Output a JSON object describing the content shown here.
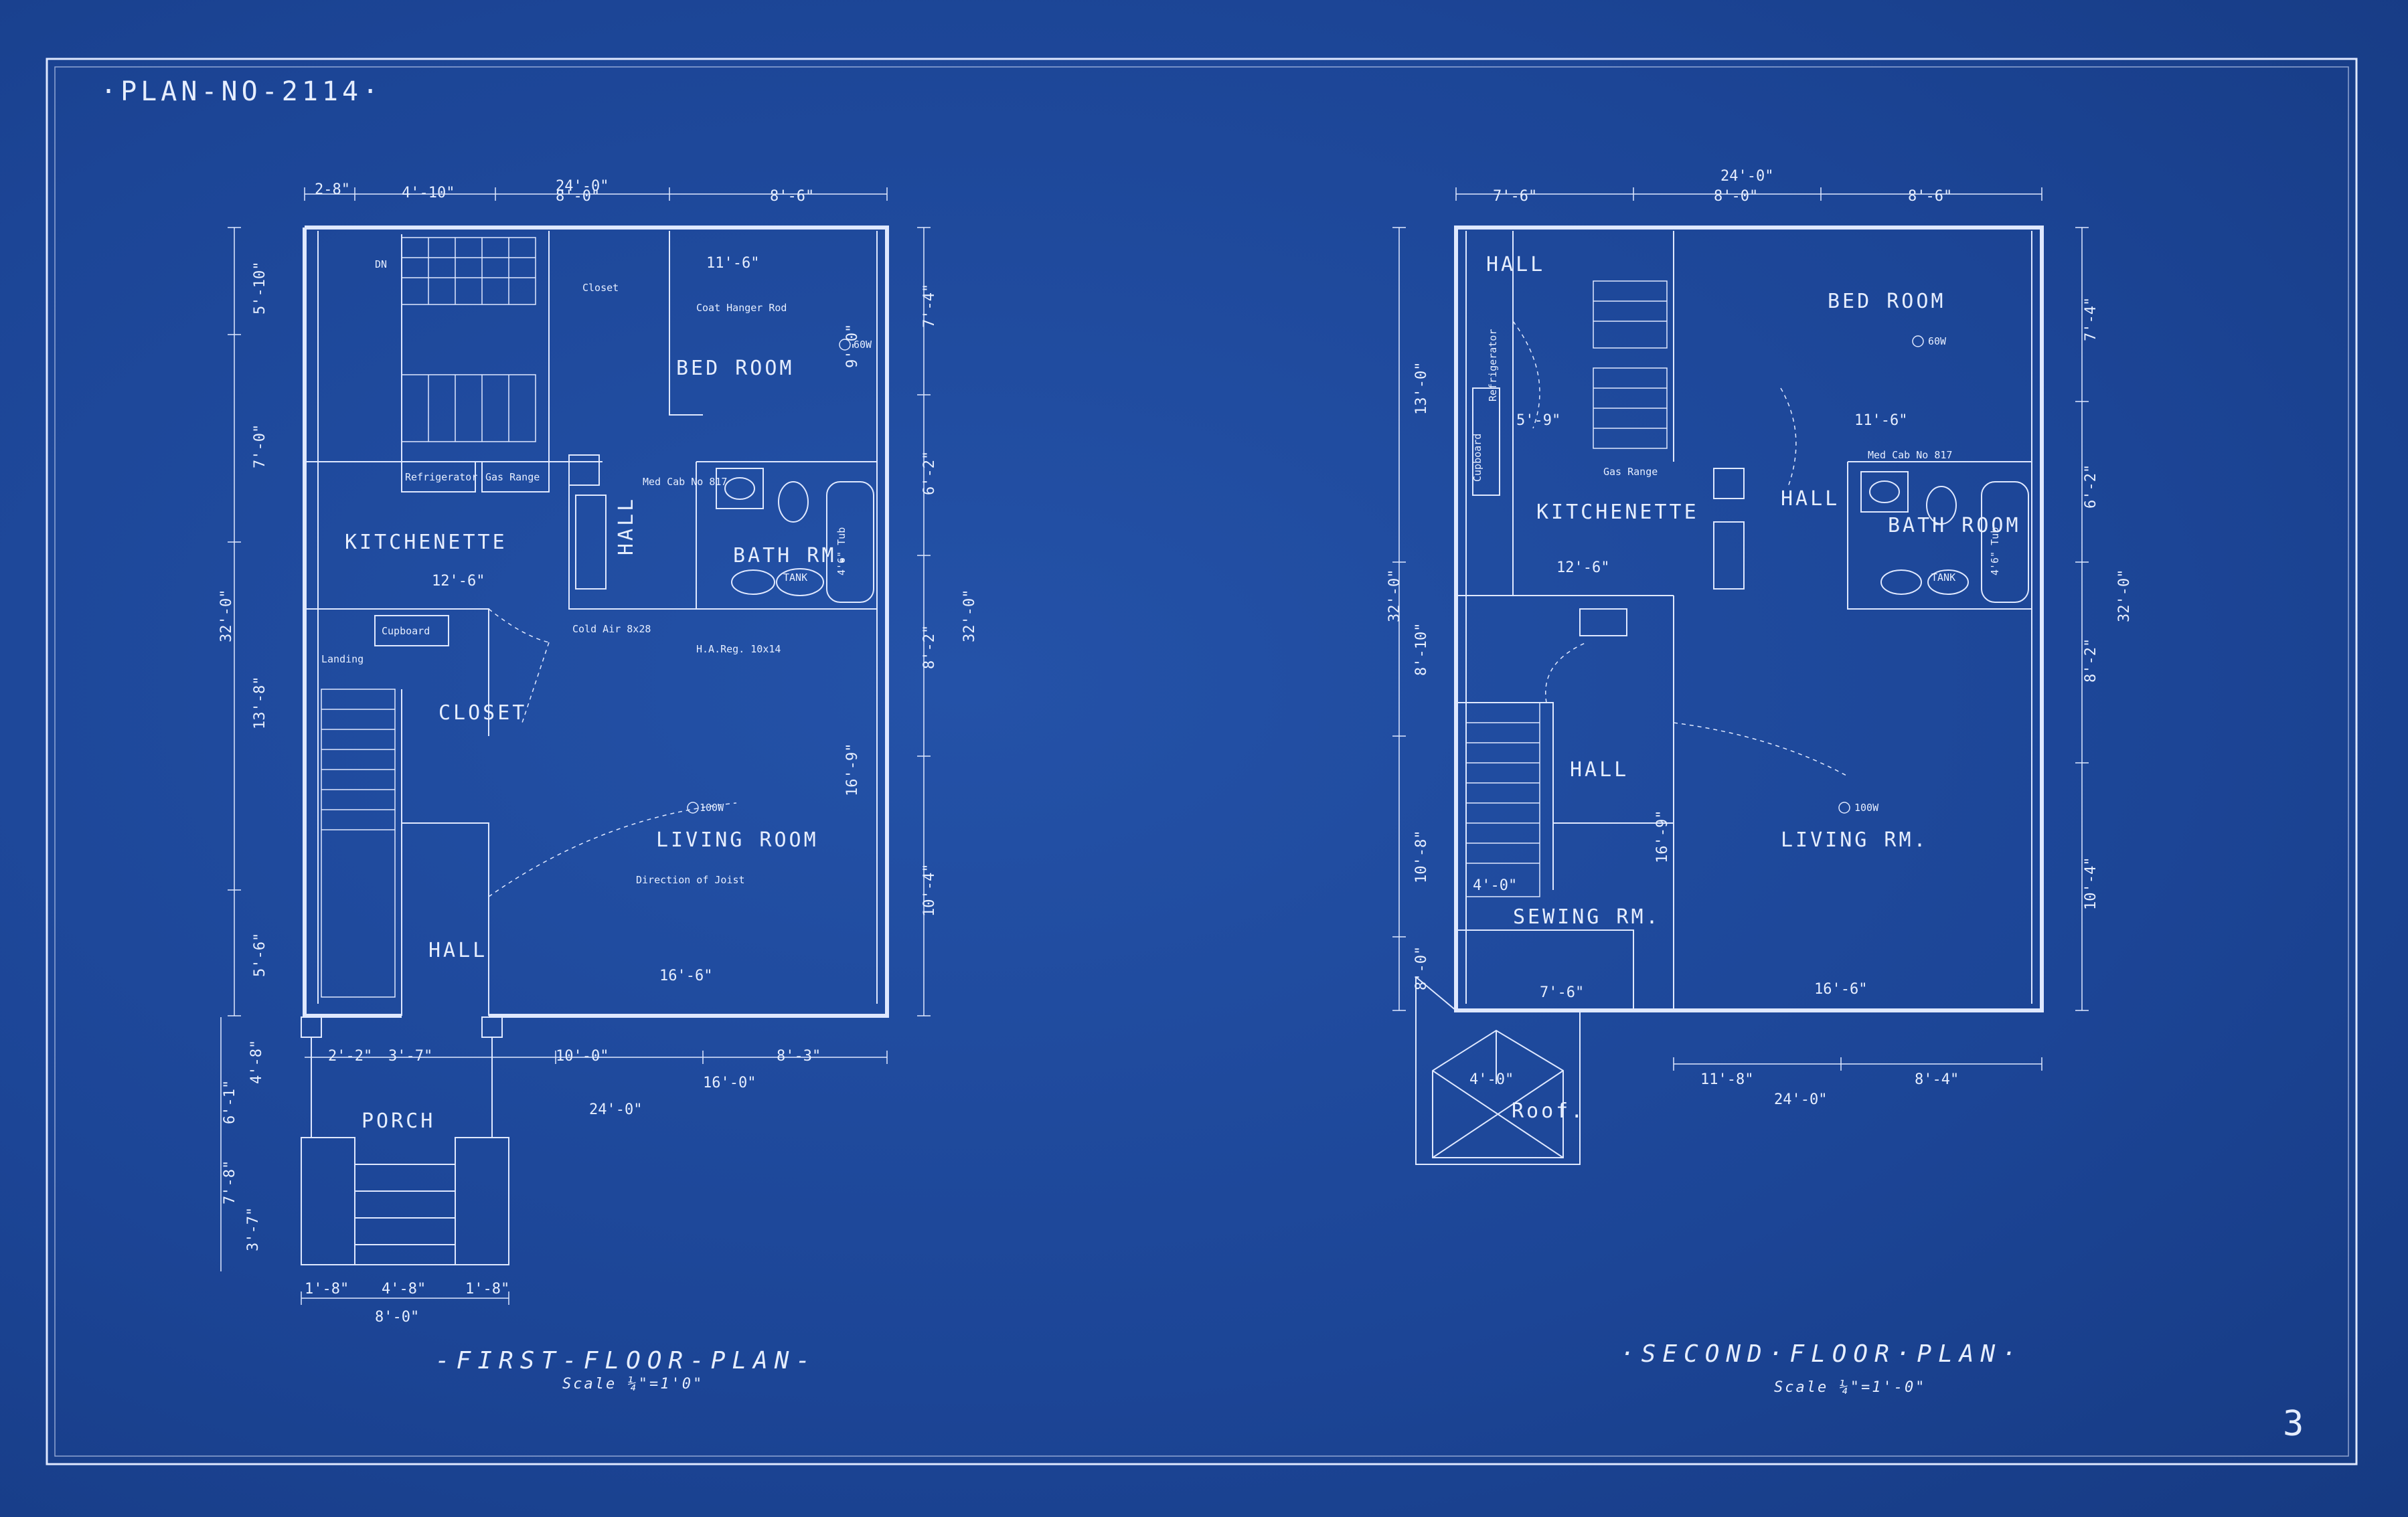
{
  "sheet": {
    "plan_number": "·PLAN-NO-2114·",
    "page_number": "3"
  },
  "first_floor": {
    "title": "-FIRST-FLOOR-PLAN-",
    "scale": "Scale ¼\"=1'0\"",
    "rooms": {
      "bed_room": "BED ROOM",
      "kitchenette": "KITCHENETTE",
      "hall": "HALL",
      "bath_rm": "BATH RM.",
      "living_room": "LIVING ROOM",
      "closet": "CLOSET",
      "porch": "PORCH",
      "lower_hall": "HALL"
    },
    "labels": {
      "dn": "DN",
      "closet_upper": "Closet",
      "coat_hanger": "Coat Hanger Rod",
      "refrigerator": "Refrigerator",
      "gas_range": "Gas Range",
      "cupboard": "Cupboard",
      "landing": "Landing",
      "tank": "TANK",
      "tub": "4'6\" Tub",
      "med_cab": "Med Cab No 817",
      "ha_reg": "H.A.Reg. 10x14",
      "cold_air": "Cold Air 8x28",
      "direction_joist": "Direction of Joist",
      "bed_room_light": "60W",
      "living_light": "100W"
    },
    "dims": {
      "top_total": "24'-0\"",
      "top_a": "2-8\"",
      "top_b": "4'-10\"",
      "top_c": "8'-0\"",
      "top_d": "8'-6\"",
      "left_total": "32'-0\"",
      "left_a": "5'-10\"",
      "left_b": "7'-0\"",
      "left_c": "13'-8\"",
      "left_d": "5'-6\"",
      "right_total": "32'-0\"",
      "right_a": "7'-4\"",
      "right_b": "6'-2\"",
      "right_c": "8'-2\"",
      "right_d": "10'-4\"",
      "bed_w": "11'-6\"",
      "bed_h": "9'-0\"",
      "kitchen_w": "12'-6\"",
      "living_w": "16'-6\"",
      "living_h": "16'-9\"",
      "bottom_a": "10'-0\"",
      "bottom_b": "8'-3\"",
      "bottom_c": "16'-0\"",
      "bottom_total": "24'-0\"",
      "porch_a": "2'-2\"",
      "porch_b": "3'-7\"",
      "porch_w": "8'-0\"",
      "porch_c": "1'-8\"",
      "porch_d": "4'-8\"",
      "porch_e": "1'-8\"",
      "porch_left_a": "6'-1\"",
      "porch_left_b": "4'-8\"",
      "porch_left_c": "7'-8\"",
      "porch_left_d": "3'-7\""
    }
  },
  "second_floor": {
    "title": "·SECOND·FLOOR·PLAN·",
    "scale": "Scale ¼\"=1'-0\"",
    "rooms": {
      "hall_top": "HALL",
      "bed_room": "BED ROOM",
      "kitchenette": "KITCHENETTE",
      "hall_mid": "HALL",
      "bath_room": "BATH ROOM",
      "hall_lower": "HALL",
      "living_rm": "LIVING RM.",
      "sewing_rm": "SEWING RM.",
      "roof": "Roof."
    },
    "labels": {
      "cupboard": "Cupboard",
      "refrigerator": "Refrigerator",
      "gas_range": "Gas Range",
      "tank": "TANK",
      "tub": "4'6\" Tub",
      "med_cab": "Med Cab No 817",
      "bed_light": "60W",
      "living_light": "100W"
    },
    "dims": {
      "top_total": "24'-0\"",
      "top_a": "7'-6\"",
      "top_b": "8'-0\"",
      "top_c": "8'-6\"",
      "left_total": "32'-0\"",
      "left_a": "13'-0\"",
      "left_b": "8'-10\"",
      "left_c": "10'-8\"",
      "left_d": "8'-0\"",
      "right_total": "32'-0\"",
      "right_a": "7'-4\"",
      "right_b": "6'-2\"",
      "right_c": "8'-2\"",
      "right_d": "10'-4\"",
      "kitchen_w": "12'-6\"",
      "kitchen_h": "5'-9\"",
      "bed_w": "11'-6\"",
      "living_w": "16'-6\"",
      "living_h": "16'-9\"",
      "sewing_w": "7'-6\"",
      "stair_w": "4'-0\"",
      "roof_w": "4'-0\"",
      "bottom_a": "11'-8\"",
      "bottom_b": "8'-4\"",
      "bottom_total": "24'-0\""
    }
  }
}
